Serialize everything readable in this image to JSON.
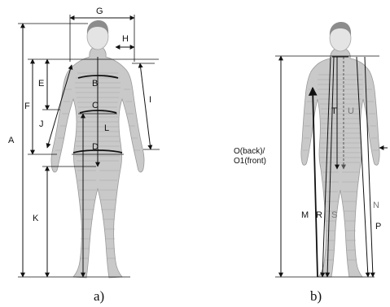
{
  "panels": [
    {
      "caption": "a)",
      "labels": {
        "A": "A",
        "B": "B",
        "C": "C",
        "D": "D",
        "E": "E",
        "F": "F",
        "G": "G",
        "H": "H",
        "I": "I",
        "J": "J",
        "K": "K",
        "L": "L"
      }
    },
    {
      "caption": "b)",
      "labels": {
        "O_line1": "O(back)/",
        "O_line2": "O1(front)",
        "T": "T",
        "U": "U",
        "M": "M",
        "R": "R",
        "S": "S",
        "N": "N",
        "P": "P"
      }
    }
  ]
}
